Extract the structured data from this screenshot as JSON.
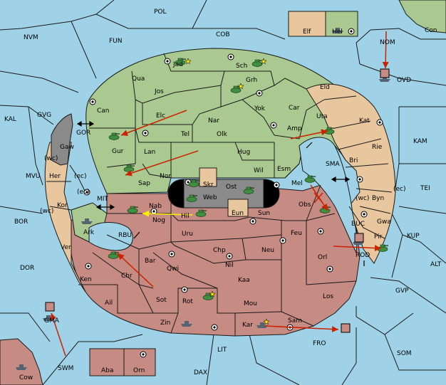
{
  "colors": {
    "sea": "#9fd2e6",
    "green": "#a9c990",
    "tan": "#e9c79e",
    "rust": "#c68b83",
    "gray": "#8a8a8a",
    "army": "#3f8f3f",
    "fleet": "#566472",
    "move": "#cc2200",
    "support": "#ffee00"
  },
  "labels": {
    "POL": "POL",
    "NVM": "NVM",
    "FUN": "FUN",
    "COB": "COB",
    "NOM": "NOM",
    "Con": "Con",
    "Elf": "Elf",
    "Hel": "Hel",
    "OVD": "OVD",
    "KAL": "KAL",
    "GVG": "GVG",
    "KAM": "KAM",
    "MVU": "MVU",
    "TEI": "TEI",
    "BOR": "BOR",
    "KUP": "KUP",
    "DOR": "DOR",
    "ALT": "ALT",
    "GVP": "GVP",
    "SOM": "SOM",
    "FRO": "FRO",
    "LIT": "LIT",
    "DAX": "DAX",
    "SWM": "SWM",
    "Cow": "Cow",
    "GMA": "GMA",
    "Aba": "Aba",
    "Orn": "Orn",
    "Jad": "Jad",
    "Sch": "Sch",
    "Qua": "Qua",
    "Jos": "Jos",
    "Grh": "Grh",
    "Eld": "Eld",
    "Can": "Can",
    "Elc": "Elc",
    "Nar": "Nar",
    "Yok": "Yok",
    "Car": "Car",
    "Uta": "Uta",
    "Kat": "Kat",
    "Tel": "Tel",
    "Olk": "Olk",
    "Amp": "Amp",
    "Gur": "Gur",
    "Lan": "Lan",
    "Hug": "Hug",
    "Rie": "Rie",
    "Bri": "Bri",
    "Wil": "Wil",
    "Esm": "Esm",
    "Nor": "Nor",
    "Sap": "Sap",
    "Skr": "Skr",
    "Ost": "Ost",
    "Web": "Web",
    "Mel": "Mel",
    "Byn": "Byn",
    "Nab": "Nab",
    "Hil": "Hil",
    "Obs": "Obs",
    "Eun": "Eun",
    "Sun": "Sun",
    "Gwa": "Gwa",
    "Nog": "Nog",
    "Uru": "Uru",
    "Feu": "Feu",
    "Pir": "Pir",
    "Chp": "Chp",
    "Neu": "Neu",
    "Bar": "Bar",
    "Qwi": "Qwi",
    "Nil": "Nil",
    "Orl": "Orl",
    "Ken": "Ken",
    "Chr": "Chr",
    "Kaa": "Kaa",
    "Ail": "Ail",
    "Sot": "Sot",
    "Rot": "Rot",
    "Mou": "Mou",
    "Los": "Los",
    "Zin": "Zin",
    "Kar": "Kar",
    "Sam": "Sam",
    "Gaw": "Gaw",
    "Her": "Her",
    "Kor": "Kor",
    "Ark": "Ark",
    "Ver": "Ver",
    "GOR": "GOR",
    "MIT": "MIT",
    "RBU": "RBU",
    "SMA": "SMA",
    "BUC": "BUC",
    "ROD": "ROD",
    "wc": "(wc)",
    "ec": "(ec)"
  }
}
